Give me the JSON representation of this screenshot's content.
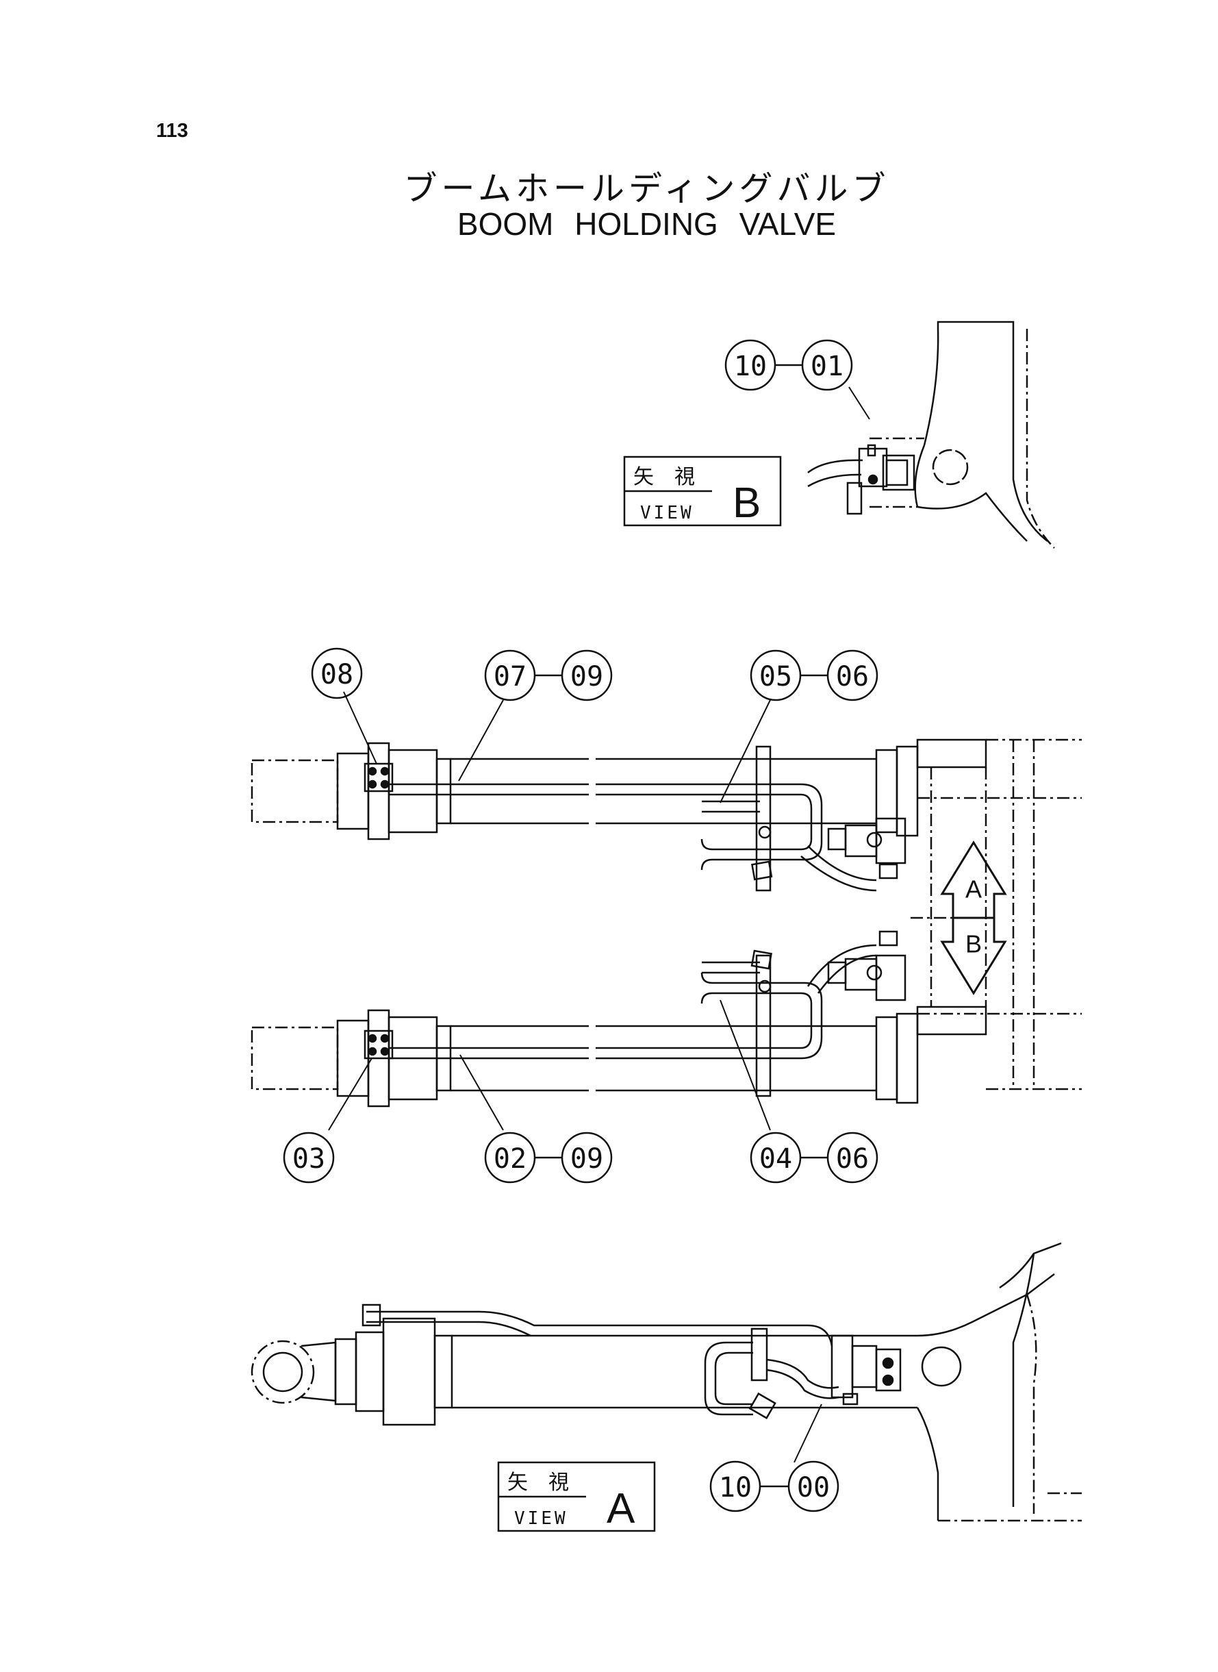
{
  "page_number": "113",
  "title_jp": "ブームホールディングバルブ",
  "title_en": "BOOM  HOLDING  VALVE",
  "view_b": {
    "jp": "矢　視",
    "en": "VIEW",
    "letter": "B"
  },
  "view_a": {
    "jp": "矢　視",
    "en": "VIEW",
    "letter": "A"
  },
  "arrow_labels": {
    "up": "A",
    "down": "B"
  },
  "callouts": {
    "top_10": "10",
    "top_01": "01",
    "c08": "08",
    "c07": "07",
    "c09a": "09",
    "c05": "05",
    "c06a": "06",
    "c03": "03",
    "c02": "02",
    "c09b": "09",
    "c04": "04",
    "c06b": "06",
    "bottom_10": "10",
    "bottom_00": "00"
  }
}
